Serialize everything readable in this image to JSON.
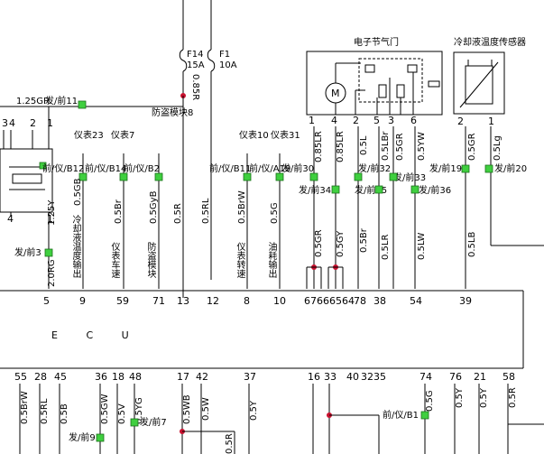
{
  "title_throttle": "电子节气门",
  "title_coolant": "冷却液温度传感器",
  "fuses": [
    {
      "id": "F14",
      "rating": "15A"
    },
    {
      "id": "F1",
      "rating": "10A"
    }
  ],
  "wire_top": "0.85R",
  "top_wire_label": "1.25GR",
  "top_conn": "发/前11",
  "ecu_label": "E  C  U",
  "motor_symbol": "M",
  "left_comp_pins": [
    "3",
    "4",
    "2",
    "1",
    "4",
    "1"
  ],
  "throttle_pins": [
    "1",
    "4",
    "2",
    "5",
    "3",
    "6"
  ],
  "coolant_pins": [
    "2",
    "1"
  ],
  "left_conns": [
    "发/前3"
  ],
  "left_wires": [
    "1.25Y",
    "2.0RG"
  ],
  "instrument_labels": [
    "仪表23",
    "仪表7",
    "防盗模块8",
    "仪表10",
    "仪表31"
  ],
  "conn_labels": [
    "前/仪/B12",
    "前/仪/B14",
    "前/仪/B2",
    "前/仪/B11",
    "前/仪/A19",
    "发/前30",
    "发/前34",
    "发/前32",
    "发/前35",
    "发/前33",
    "发/前36",
    "发/前19",
    "发/前20"
  ],
  "mid_wires": [
    "0.5GB",
    "0.5Br",
    "0.5GyB",
    "0.5R",
    "0.5RL",
    "0.5BrW",
    "0.5G"
  ],
  "func_labels": [
    "冷却液温度输出",
    "仪表车速",
    "防盗模块",
    "仪表转速",
    "油耗输出"
  ],
  "throttle_wires": [
    "0.85LR",
    "0.85LR",
    "0.5L",
    "0.5LBr",
    "0.5GR",
    "0.5YW",
    "0.5GR",
    "0.5Lg"
  ],
  "lower_wires": [
    "0.5GR",
    "0.5GY",
    "0.5Br",
    "0.5LR",
    "0.5LW",
    "0.5LB"
  ],
  "ecu_top_pins": [
    "5",
    "9",
    "59",
    "71",
    "13",
    "12",
    "8",
    "10",
    "67",
    "66",
    "65",
    "64",
    "78",
    "38",
    "54",
    "39"
  ],
  "ecu_bottom_pins": [
    "55",
    "28",
    "45",
    "36",
    "18",
    "48",
    "17",
    "42",
    "37",
    "16",
    "33",
    "40",
    "32",
    "35",
    "74",
    "76",
    "21",
    "58"
  ],
  "bottom_wires": [
    "0.5BrW",
    "0.5RL",
    "0.5B",
    "0.5GW",
    "0.5V",
    "0.5YG",
    "0.5WB",
    "0.5W",
    "0.5Y",
    "0.5G",
    "0.5Y",
    "0.5Y",
    "0.5R",
    "0.5R"
  ],
  "bottom_conns": [
    "发/前7",
    "发/前9",
    "前/仪/B1"
  ]
}
